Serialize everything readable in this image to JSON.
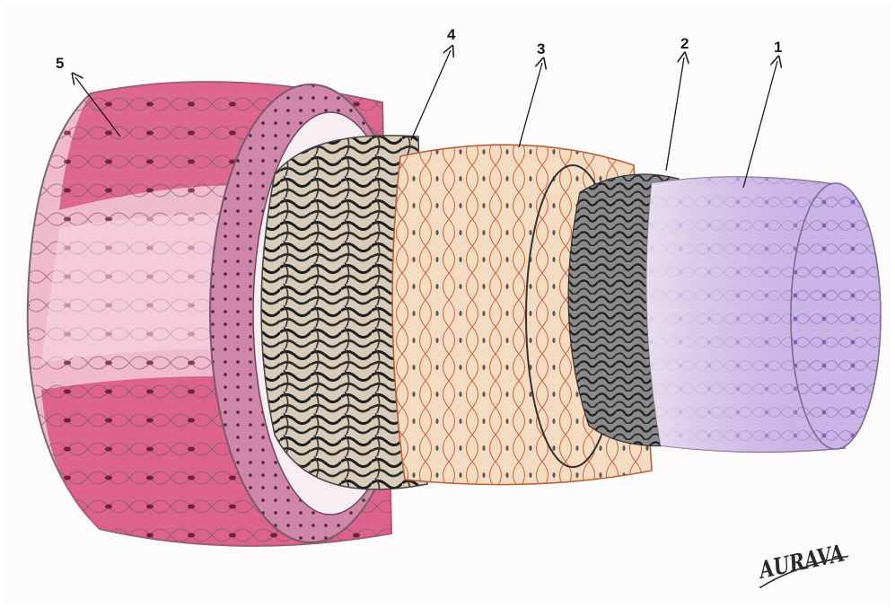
{
  "labels": [
    "1",
    "2",
    "3",
    "4",
    "5"
  ],
  "signature": "AURAVA",
  "colors": {
    "paper": "#fdfbfb",
    "outer_layer": "#d8578a",
    "outer_layer_light": "#f3c6d6",
    "ring": "#c8769c",
    "fiber_layer": "#2b2b2b",
    "fiber_bg": "#d9cbb9",
    "orange_layer": "#f2d3b4",
    "orange_lines": "#c86a3c",
    "gray_layer": "#3a3a3a",
    "inner_layer": "#b79ad6",
    "inner_cells": "#7b54b8"
  },
  "icons": {
    "arrow": "arrow-icon",
    "signature": "signature-icon"
  }
}
